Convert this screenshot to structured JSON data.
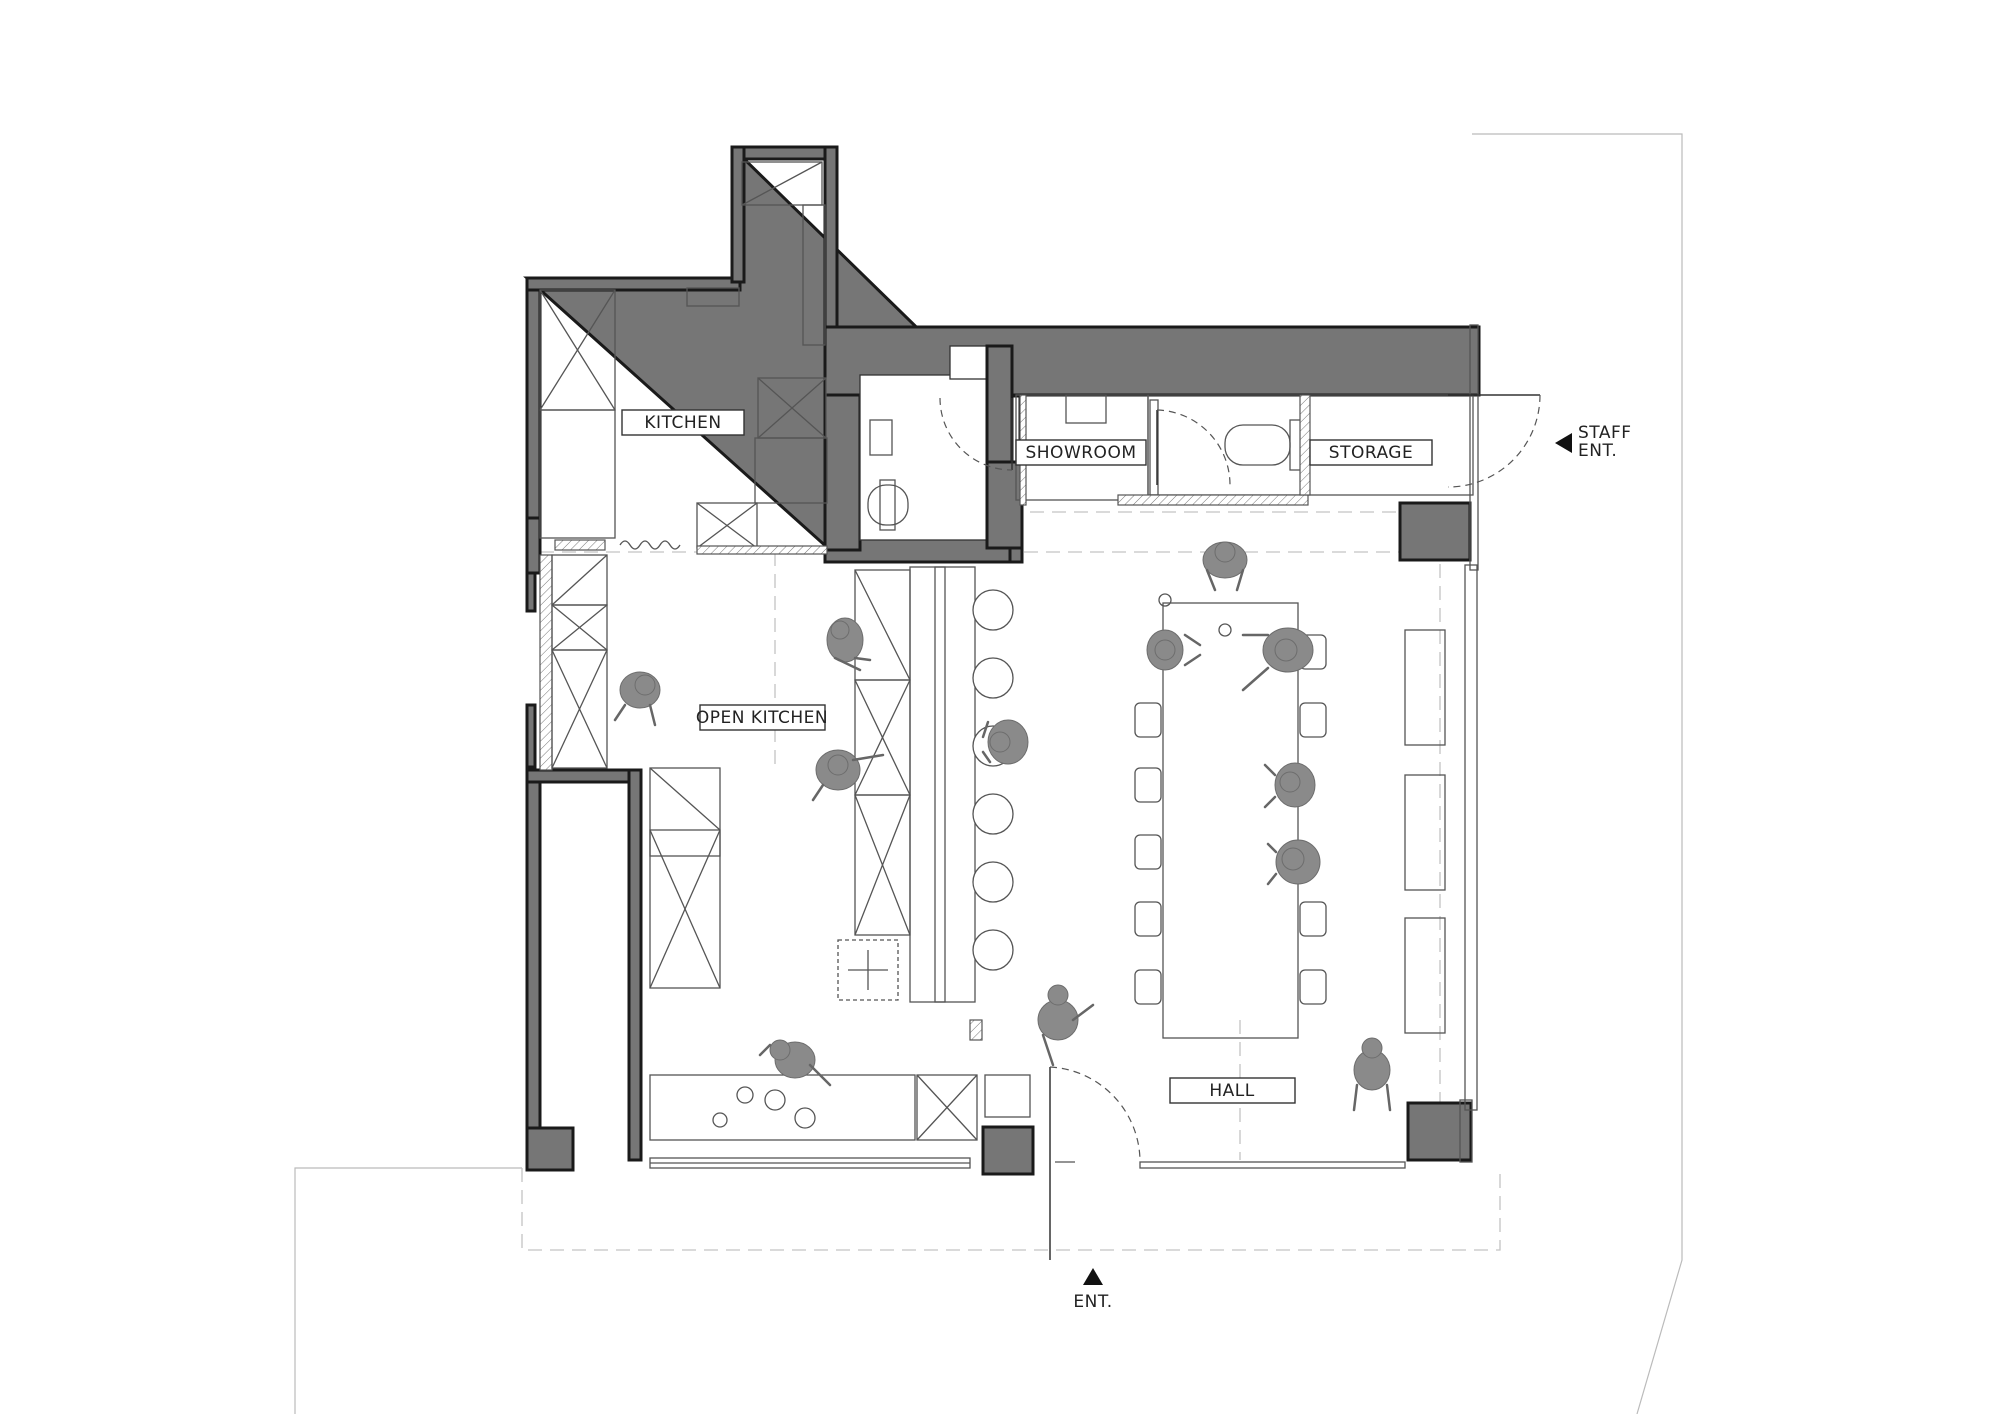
{
  "rooms": {
    "kitchen": "KITCHEN",
    "showroom": "SHOWROOM",
    "storage": "STORAGE",
    "open_kitchen": "OPEN KITCHEN",
    "hall": "HALL"
  },
  "entrances": {
    "staff_line1": "STAFF",
    "staff_line2": "ENT.",
    "main": "ENT."
  },
  "colors": {
    "wall_fill": "#767676",
    "wall_stroke": "#1a1a1a",
    "line": "#555555",
    "figure": "#8a8a8a"
  }
}
